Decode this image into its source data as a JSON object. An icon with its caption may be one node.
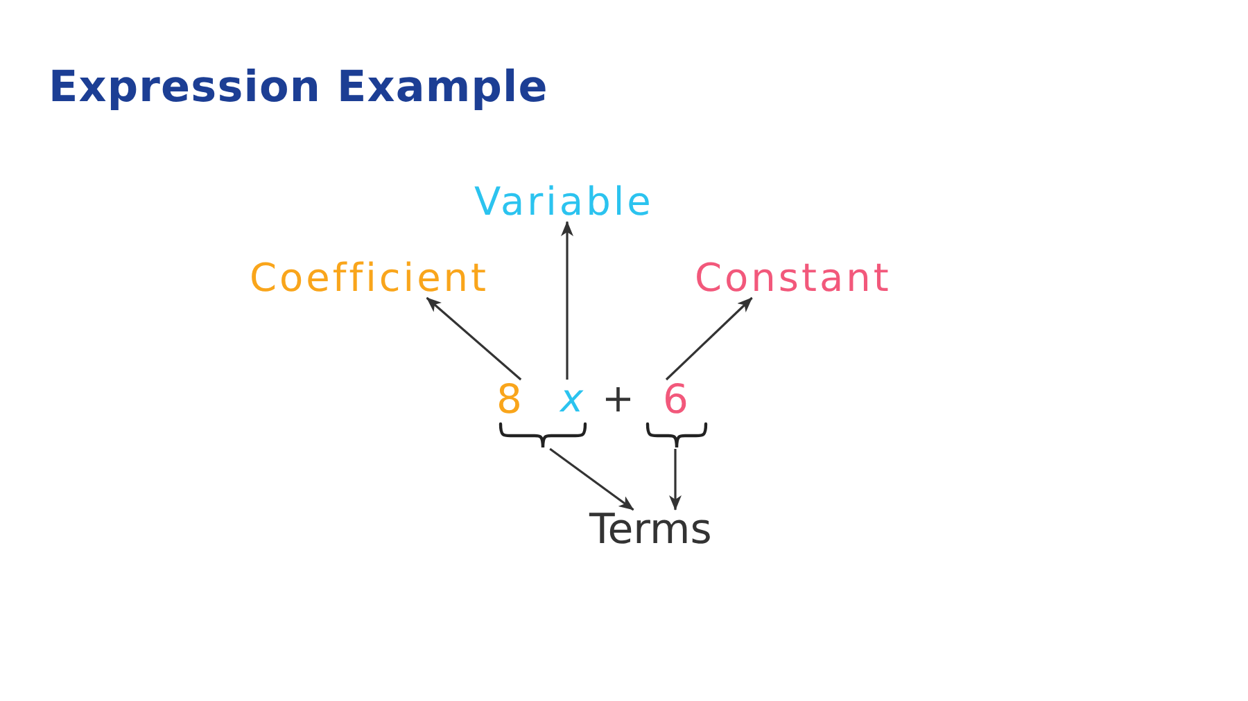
{
  "diagram": {
    "title": "Expression Example",
    "nodes": [
      {
        "text": [
          "Variable"
        ]
      },
      {
        "text": [
          "Coefficient"
        ]
      },
      {
        "text": [
          "Constant"
        ]
      },
      {
        "text": [
          "8"
        ]
      },
      {
        "text": [
          "x"
        ]
      },
      {
        "text": [
          "6"
        ]
      },
      {
        "text": [],
        "shape": "brace"
      },
      {
        "text": [],
        "shape": "brace"
      },
      {
        "text": [
          "Terms"
        ]
      }
    ],
    "edges": [
      {
        "from": 3,
        "to": 1,
        "arrow": "to"
      },
      {
        "from": 4,
        "to": 0,
        "arrow": "to"
      },
      {
        "from": 5,
        "to": 2,
        "arrow": "to"
      },
      {
        "from": 6,
        "to": 8,
        "arrow": "to"
      },
      {
        "from": 7,
        "to": 8,
        "arrow": "to"
      }
    ],
    "labels": [
      "+"
    ]
  }
}
